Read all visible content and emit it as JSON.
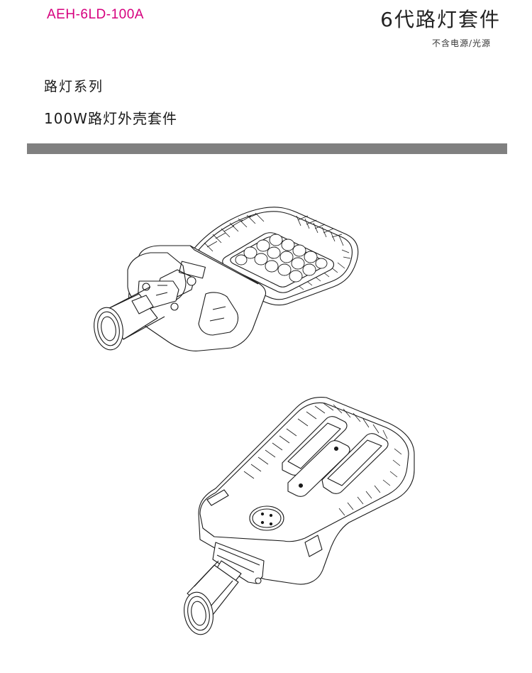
{
  "header": {
    "model": "AEH-6LD-100A",
    "title": "6代路灯套件",
    "subtitle": "不含电源/光源"
  },
  "info": {
    "series": "路灯系列",
    "product": "100W路灯外壳套件"
  },
  "colors": {
    "model_text": "#d6007e",
    "divider": "#808080",
    "line_art": "#1a1a1a"
  },
  "figures": [
    {
      "view": "top-perspective-led-side",
      "led_count": 16
    },
    {
      "view": "bottom-perspective-back-side"
    }
  ]
}
